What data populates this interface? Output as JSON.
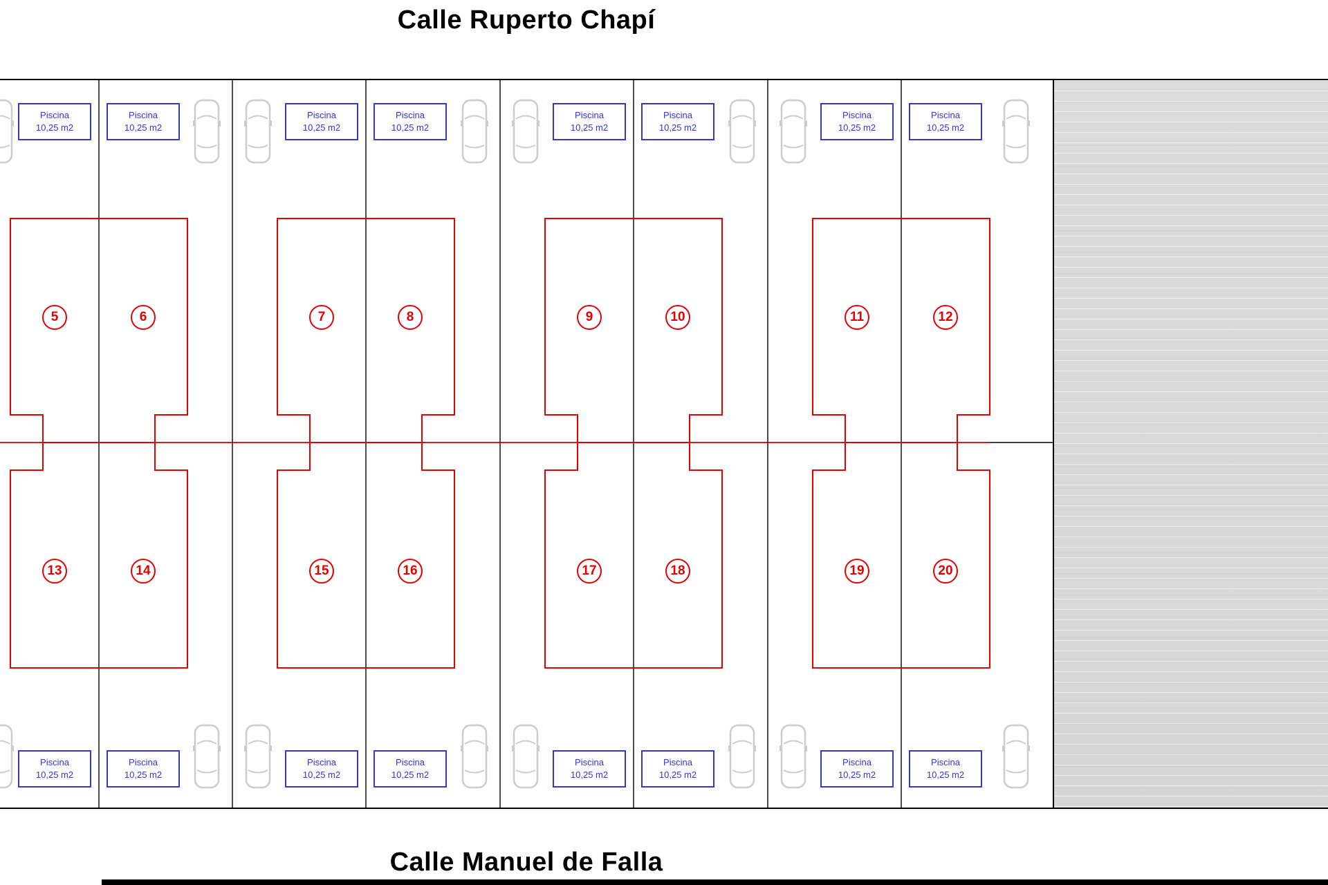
{
  "title_top": "Calle Ruperto Chapí",
  "title_bottom": "Calle Manuel de Falla",
  "pool": {
    "label": "Piscina",
    "area": "10,25 m2"
  },
  "plots": {
    "top": [
      "5",
      "6",
      "7",
      "8",
      "9",
      "10",
      "11",
      "12"
    ],
    "bottom": [
      "13",
      "14",
      "15",
      "16",
      "17",
      "18",
      "19",
      "20"
    ]
  },
  "colors": {
    "building_outline": "#e60000",
    "plot_number": "#e60000",
    "pool_blue": "#3636cb",
    "boundary_line": "#4c4c4c",
    "border_black": "#000000",
    "car_outline": "#cccccc",
    "reserve_gray": "#d9d9d9"
  }
}
